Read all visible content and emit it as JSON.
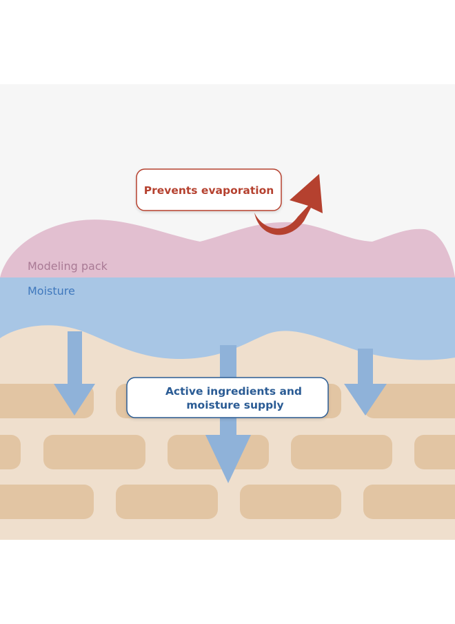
{
  "layers": {
    "modeling_pack": {
      "label": "Modeling pack",
      "color": "#e2bfd0",
      "label_color": "#a97a95"
    },
    "moisture": {
      "label": "Moisture",
      "color": "#a8c6e5",
      "label_color": "#3f78bd"
    },
    "skin": {
      "color": "#efdfcd",
      "cell_color": "#e2c5a3"
    }
  },
  "callouts": {
    "evaporation": {
      "text": "Prevents evaporation",
      "color": "#b5412f",
      "arrow_color": "#b5412f"
    },
    "supply": {
      "line1": "Active ingredients and",
      "line2": "moisture supply",
      "color": "#2a5b94",
      "arrow_color": "#8fb2d9"
    }
  },
  "colors": {
    "background_top": "#f6f6f6",
    "background_outer": "#ffffff"
  }
}
